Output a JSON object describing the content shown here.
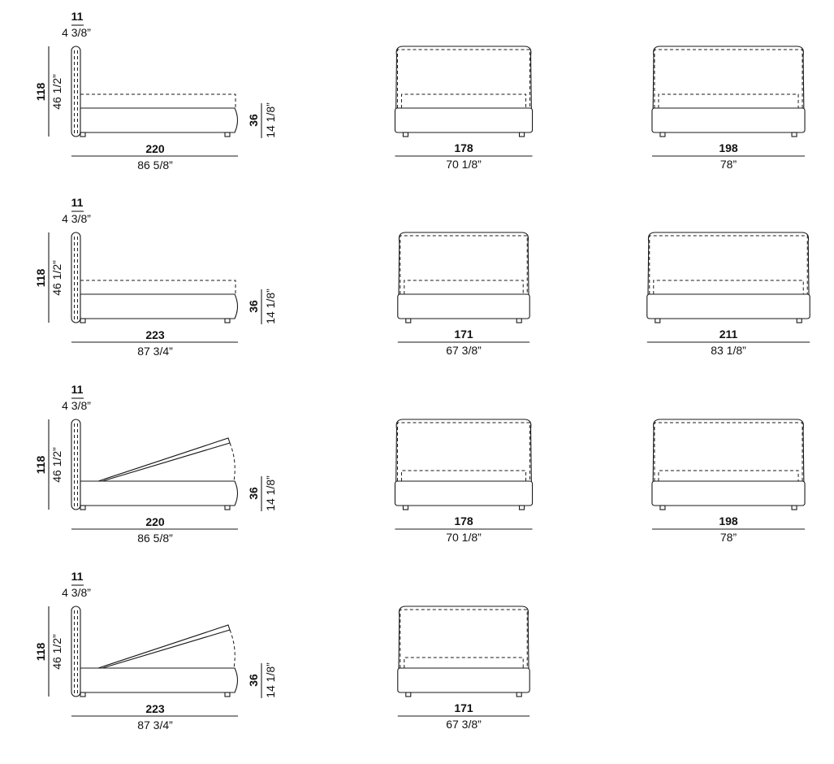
{
  "rows": [
    {
      "side": {
        "type": "standard",
        "headboard_depth": "11",
        "headboard_depth_in": "4 3/8”",
        "height": "118",
        "height_in": "46 1/2”",
        "length": "220",
        "length_in": "86 5/8”",
        "base_height": "36",
        "base_height_in": "14 1/8”"
      },
      "fronts": [
        {
          "width": "178",
          "width_in": "70 1/8”",
          "cm": 178,
          "mattress": "high"
        },
        {
          "width": "198",
          "width_in": "78”",
          "cm": 198,
          "mattress": "high"
        }
      ]
    },
    {
      "side": {
        "type": "standard",
        "headboard_depth": "11",
        "headboard_depth_in": "4 3/8”",
        "height": "118",
        "height_in": "46 1/2”",
        "length": "223",
        "length_in": "87 3/4”",
        "base_height": "36",
        "base_height_in": "14 1/8”"
      },
      "fronts": [
        {
          "width": "171",
          "width_in": "67 3/8”",
          "cm": 171,
          "mattress": "high"
        },
        {
          "width": "211",
          "width_in": "83 1/8”",
          "cm": 211,
          "mattress": "high"
        }
      ]
    },
    {
      "side": {
        "type": "storage-lift",
        "headboard_depth": "11",
        "headboard_depth_in": "4 3/8”",
        "height": "118",
        "height_in": "46 1/2”",
        "length": "220",
        "length_in": "86 5/8”",
        "base_height": "36",
        "base_height_in": "14 1/8”"
      },
      "fronts": [
        {
          "width": "178",
          "width_in": "70 1/8”",
          "cm": 178,
          "mattress": "low"
        },
        {
          "width": "198",
          "width_in": "78”",
          "cm": 198,
          "mattress": "low"
        }
      ]
    },
    {
      "side": {
        "type": "storage-lift",
        "headboard_depth": "11",
        "headboard_depth_in": "4 3/8”",
        "height": "118",
        "height_in": "46 1/2”",
        "length": "223",
        "length_in": "87 3/4”",
        "base_height": "36",
        "base_height_in": "14 1/8”"
      },
      "fronts": [
        {
          "width": "171",
          "width_in": "67 3/8”",
          "cm": 171,
          "mattress": "low"
        }
      ]
    }
  ]
}
